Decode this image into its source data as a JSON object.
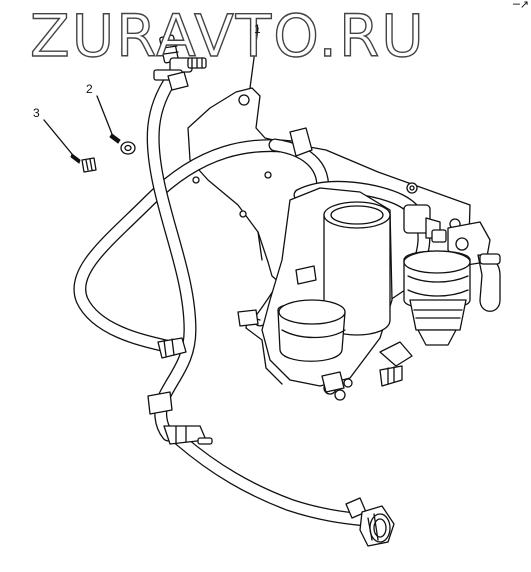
{
  "watermark": "ZURAVTO.RU",
  "corner_mark": "─↗",
  "callouts": [
    {
      "label": "1"
    },
    {
      "label": "2"
    },
    {
      "label": "3"
    }
  ]
}
